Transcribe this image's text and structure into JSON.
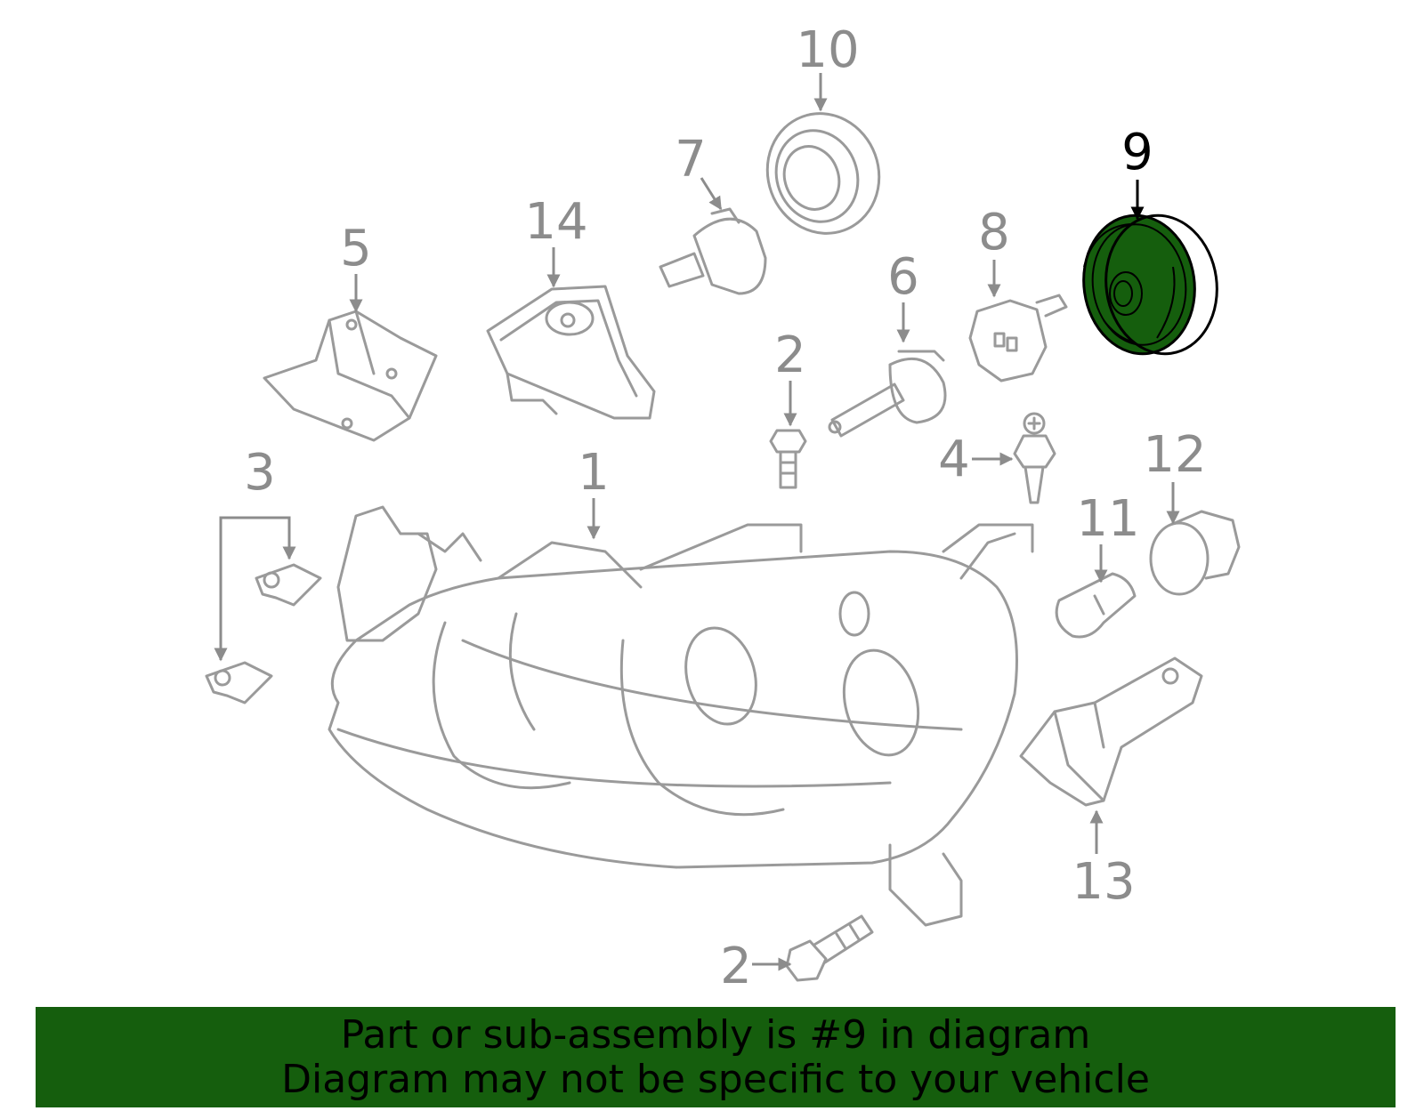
{
  "diagram": {
    "highlight_color": "#155e0d",
    "part_color": "#9a9a9a",
    "highlighted_part": "9",
    "callouts": {
      "c1": "1",
      "c2a": "2",
      "c2b": "2",
      "c3": "3",
      "c4": "4",
      "c5": "5",
      "c6": "6",
      "c7": "7",
      "c8": "8",
      "c9": "9",
      "c10": "10",
      "c11": "11",
      "c12": "12",
      "c13": "13",
      "c14": "14"
    }
  },
  "banner": {
    "line1": "Part or sub-assembly is #9 in diagram",
    "line2": "Diagram may not be specific to your vehicle",
    "color": "#155e0d"
  }
}
